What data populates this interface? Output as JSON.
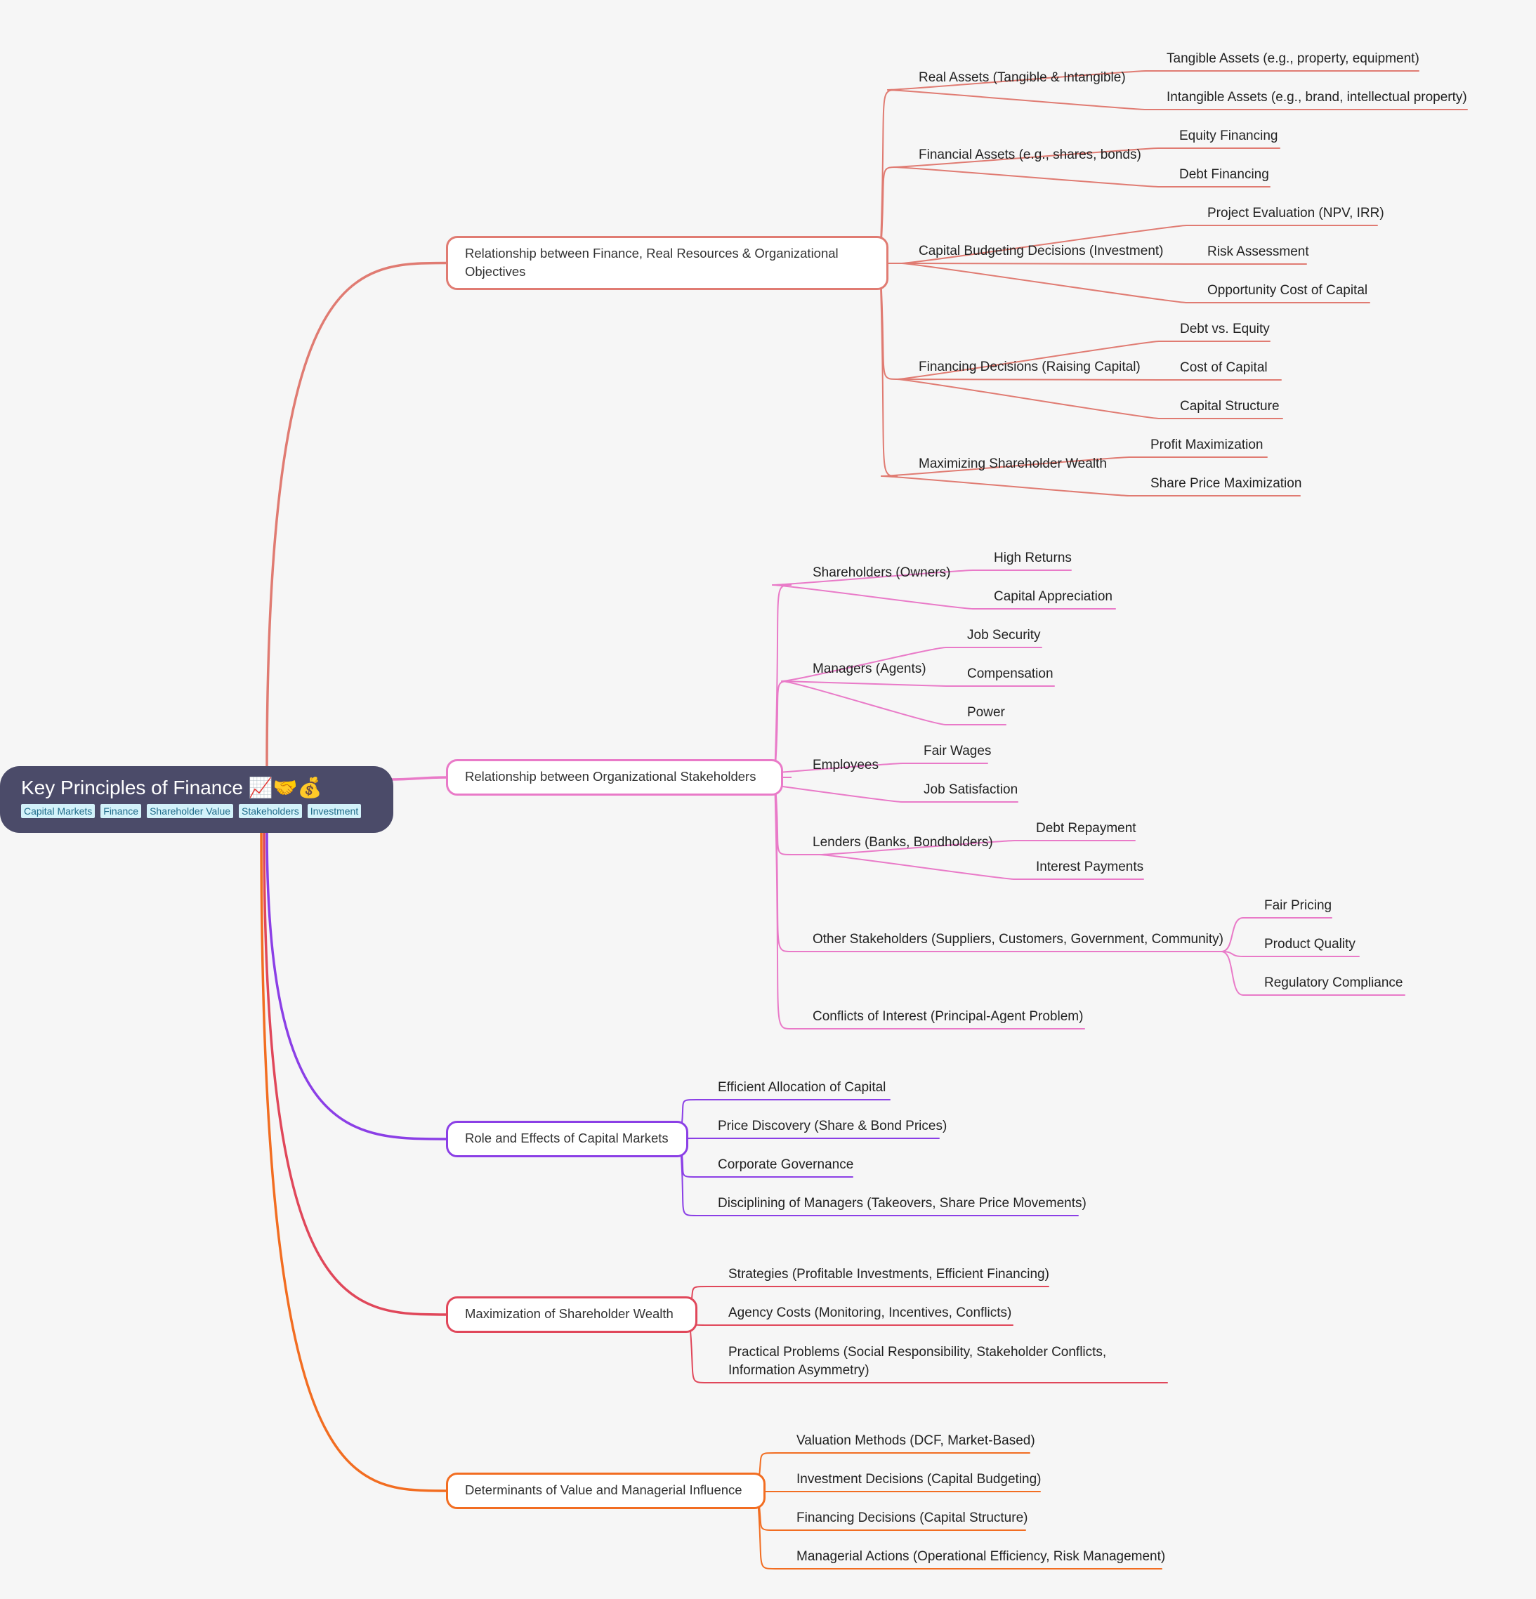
{
  "root": {
    "title": "Key Principles of Finance",
    "emoji": "📈🤝💰",
    "tags": [
      "Capital Markets",
      "Finance",
      "Shareholder Value",
      "Stakeholders",
      "Investment"
    ]
  },
  "colors": {
    "b1": "#e07b72",
    "b2": "#e97ac8",
    "b3": "#8b3fe6",
    "b4": "#e0475a",
    "b5": "#f26d21"
  },
  "branches": [
    {
      "label": "Relationship between Finance, Real Resources & Organizational Objectives",
      "children": [
        {
          "label": "Real Assets (Tangible & Intangible)",
          "children": [
            "Tangible Assets (e.g., property, equipment)",
            "Intangible Assets (e.g., brand, intellectual property)"
          ]
        },
        {
          "label": "Financial Assets (e.g., shares, bonds)",
          "children": [
            "Equity Financing",
            "Debt Financing"
          ]
        },
        {
          "label": "Capital Budgeting Decisions (Investment)",
          "children": [
            "Project Evaluation (NPV, IRR)",
            "Risk Assessment",
            "Opportunity Cost of Capital"
          ]
        },
        {
          "label": "Financing Decisions (Raising Capital)",
          "children": [
            "Debt vs. Equity",
            "Cost of Capital",
            "Capital Structure"
          ]
        },
        {
          "label": "Maximizing Shareholder Wealth",
          "children": [
            "Profit Maximization",
            "Share Price Maximization"
          ]
        }
      ]
    },
    {
      "label": "Relationship between Organizational Stakeholders",
      "children": [
        {
          "label": "Shareholders (Owners)",
          "children": [
            "High Returns",
            "Capital Appreciation"
          ]
        },
        {
          "label": "Managers (Agents)",
          "children": [
            "Job Security",
            "Compensation",
            "Power"
          ]
        },
        {
          "label": "Employees",
          "children": [
            "Fair Wages",
            "Job Satisfaction"
          ]
        },
        {
          "label": "Lenders (Banks, Bondholders)",
          "children": [
            "Debt Repayment",
            "Interest Payments"
          ]
        },
        {
          "label": "Other Stakeholders (Suppliers, Customers, Government, Community)",
          "children": [
            "Fair Pricing",
            "Product Quality",
            "Regulatory Compliance"
          ]
        },
        {
          "label": "Conflicts of Interest (Principal-Agent Problem)",
          "children": []
        }
      ]
    },
    {
      "label": "Role and Effects of Capital Markets",
      "children": [
        {
          "label": "Efficient Allocation of Capital",
          "children": []
        },
        {
          "label": "Price Discovery (Share & Bond Prices)",
          "children": []
        },
        {
          "label": "Corporate Governance",
          "children": []
        },
        {
          "label": "Disciplining of Managers (Takeovers, Share Price Movements)",
          "children": []
        }
      ]
    },
    {
      "label": "Maximization of Shareholder Wealth",
      "children": [
        {
          "label": "Strategies (Profitable Investments, Efficient Financing)",
          "children": []
        },
        {
          "label": "Agency Costs (Monitoring, Incentives, Conflicts)",
          "children": []
        },
        {
          "label": "Practical Problems (Social Responsibility, Stakeholder Conflicts, Information Asymmetry)",
          "children": []
        }
      ]
    },
    {
      "label": "Determinants of Value and Managerial Influence",
      "children": [
        {
          "label": "Valuation Methods (DCF, Market-Based)",
          "children": []
        },
        {
          "label": "Investment Decisions (Capital Budgeting)",
          "children": []
        },
        {
          "label": "Financing Decisions (Capital Structure)",
          "children": []
        },
        {
          "label": "Managerial Actions (Operational Efficiency, Risk Management)",
          "children": []
        }
      ]
    }
  ]
}
